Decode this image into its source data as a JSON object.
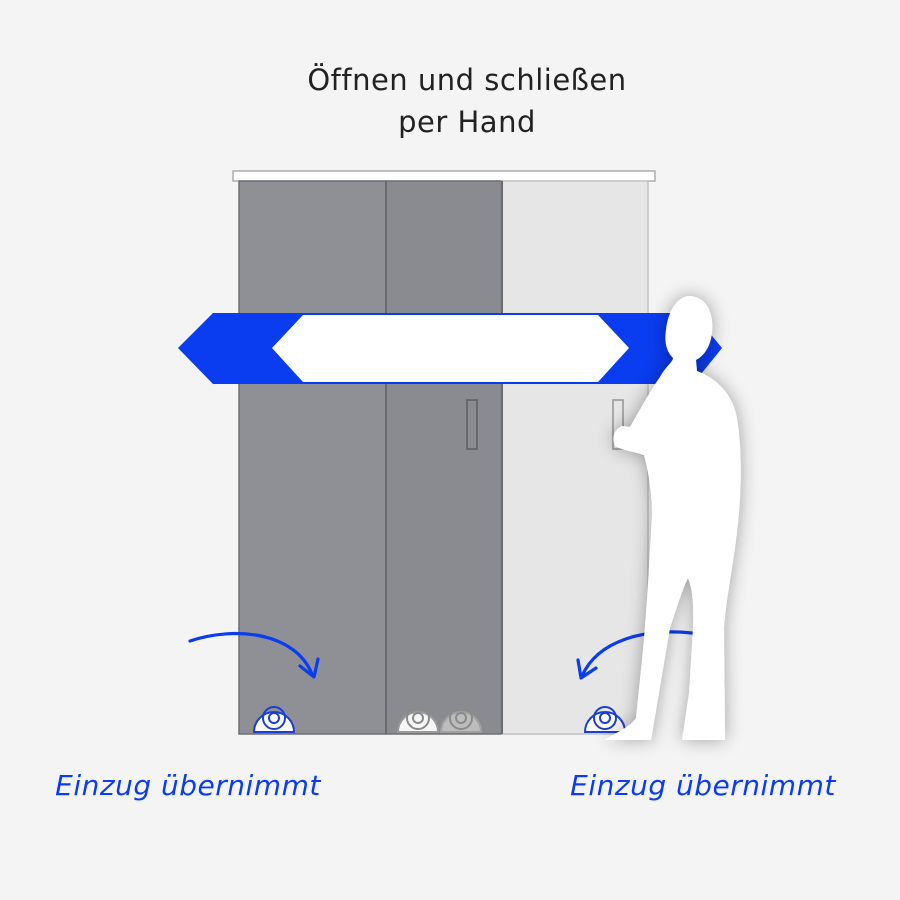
{
  "title": {
    "line1": "Öffnen und schließen",
    "line2": "per Hand"
  },
  "captions": {
    "left": "Einzug übernimmt",
    "right": "Einzug übernimmt"
  },
  "colors": {
    "background": "#f4f4f4",
    "accent_blue": "#0a3cf0",
    "panel_dark": "#8f9095",
    "panel_mid": "#8a8b90",
    "panel_light": "#e6e6e6",
    "person_fill": "#ffffff"
  },
  "icons": {
    "arrow": "double-headed-arrow-icon",
    "curve_left": "curved-arrow-right-icon",
    "curve_right": "curved-arrow-left-icon",
    "roller": "roller-damper-icon",
    "person": "person-silhouette-icon",
    "handle": "door-handle-icon"
  }
}
